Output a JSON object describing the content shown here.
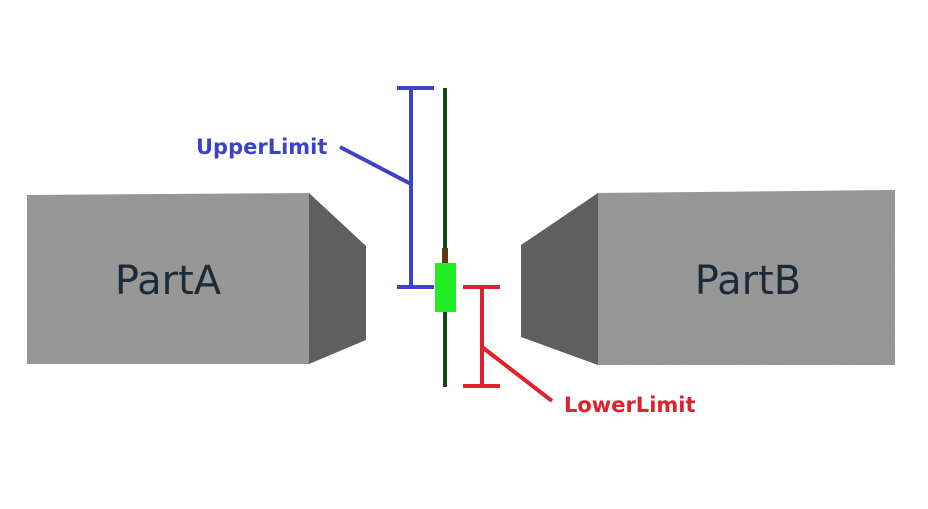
{
  "parts": {
    "a": {
      "label": "PartA"
    },
    "b": {
      "label": "PartB"
    }
  },
  "limits": {
    "upper": {
      "label": "UpperLimit",
      "color": "#3b44c8"
    },
    "lower": {
      "label": "LowerLimit",
      "color": "#e0202c"
    }
  },
  "colors": {
    "block_front": "#9a9a9a",
    "block_side": "#5f5f5f",
    "rail": "#0c4a10",
    "slider": "#22ee22",
    "slider_stem": "#5a3a10"
  }
}
